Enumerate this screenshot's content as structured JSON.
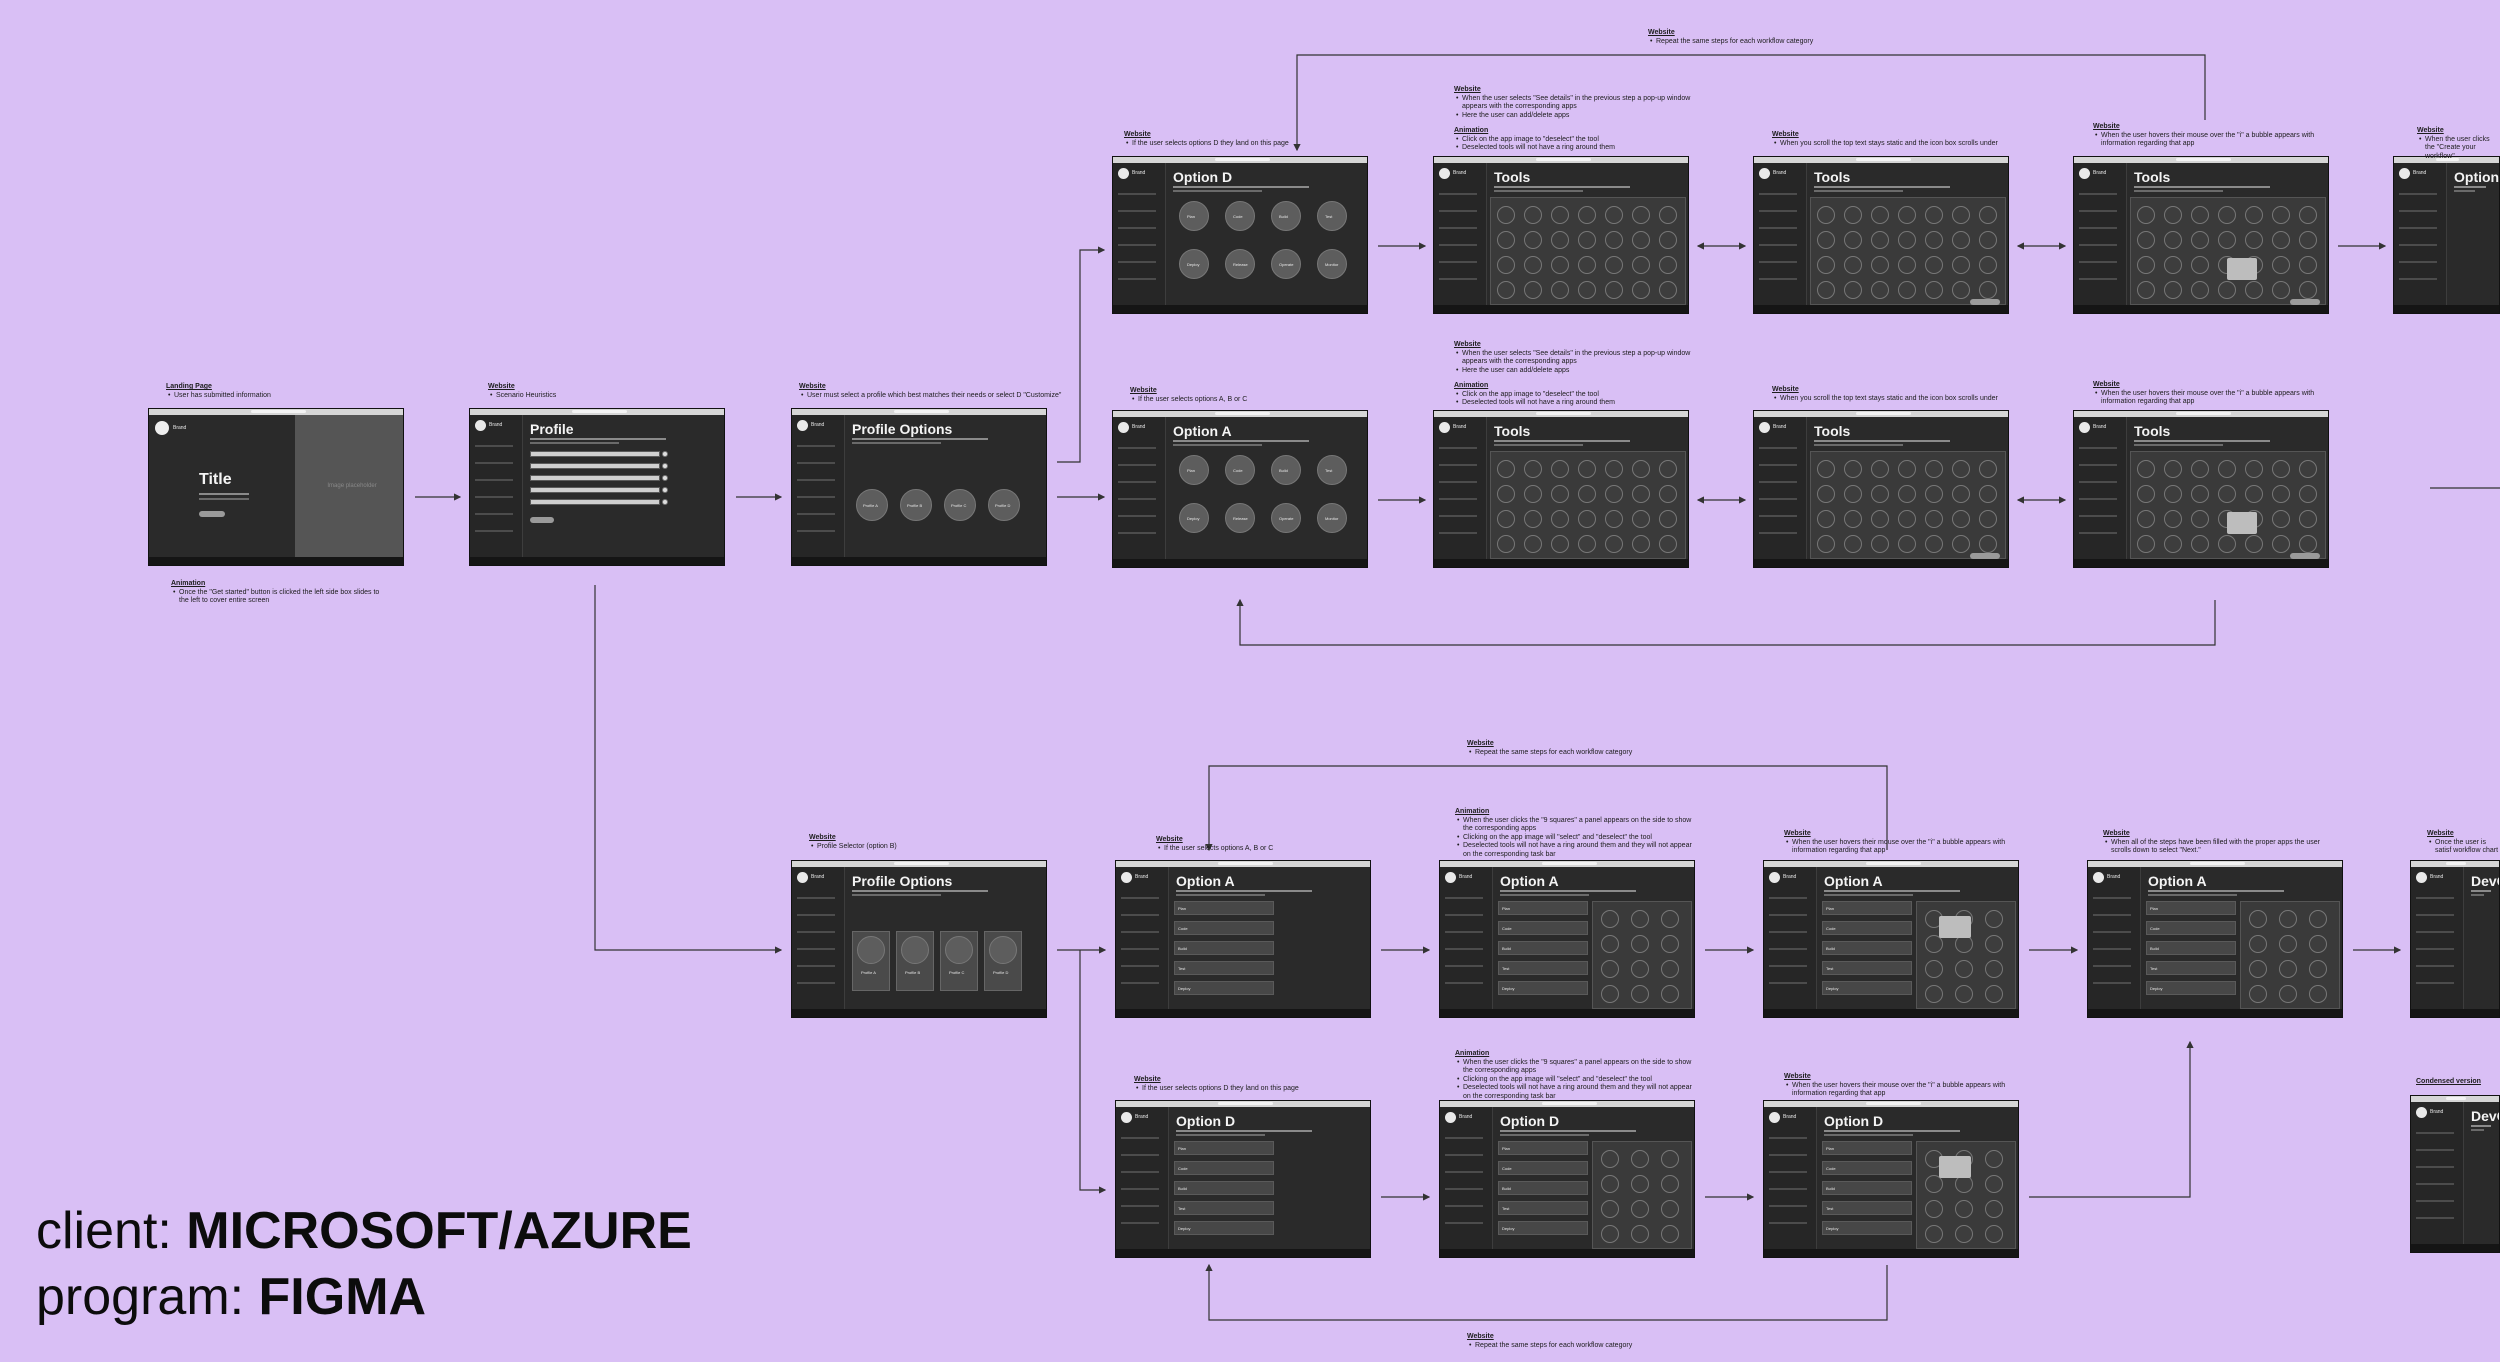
{
  "client_label": "client:",
  "client_value": "MICROSOFT/AZURE",
  "program_label": "program:",
  "program_value": "FIGMA",
  "brand": "Brand",
  "screens": [
    {
      "id": "landing",
      "title": "Title",
      "kind": "landing",
      "image_label": "Image placeholder"
    },
    {
      "id": "profile",
      "title": "Profile",
      "kind": "form"
    },
    {
      "id": "profile-options-top",
      "title": "Profile Options",
      "kind": "circles4",
      "labels": [
        "Profile A",
        "Profile B",
        "Profile C",
        "Profile D"
      ]
    },
    {
      "id": "option-d-top",
      "title": "Option D",
      "kind": "circles8",
      "labels": [
        "Plan",
        "Code",
        "Build",
        "Test",
        "Deploy",
        "Release",
        "Operate",
        "Monitor"
      ]
    },
    {
      "id": "tools-1",
      "title": "Tools",
      "kind": "tools-panel"
    },
    {
      "id": "tools-2",
      "title": "Tools",
      "kind": "tools"
    },
    {
      "id": "tools-3",
      "title": "Tools",
      "kind": "tools-bubble"
    },
    {
      "id": "option-a-right-top",
      "title": "Option A",
      "kind": "partial"
    },
    {
      "id": "option-a-top",
      "title": "Option A",
      "kind": "circles8",
      "labels": [
        "Plan",
        "Code",
        "Build",
        "Test",
        "Deploy",
        "Release",
        "Operate",
        "Monitor"
      ]
    },
    {
      "id": "tools-4",
      "title": "Tools",
      "kind": "tools-panel"
    },
    {
      "id": "tools-5",
      "title": "Tools",
      "kind": "tools"
    },
    {
      "id": "tools-6",
      "title": "Tools",
      "kind": "tools-bubble"
    },
    {
      "id": "profile-options-bottom",
      "title": "Profile Options",
      "kind": "cards4",
      "labels": [
        "Profile A",
        "Profile B",
        "Profile C",
        "Profile D"
      ]
    },
    {
      "id": "option-a-b1",
      "title": "Option A",
      "kind": "rows"
    },
    {
      "id": "option-a-b2",
      "title": "Option A",
      "kind": "rows-panel"
    },
    {
      "id": "option-a-b3",
      "title": "Option A",
      "kind": "rows-bubble"
    },
    {
      "id": "option-a-b4",
      "title": "Option A",
      "kind": "rows-filled"
    },
    {
      "id": "devops-1",
      "title": "DevOp",
      "kind": "partial"
    },
    {
      "id": "option-d-b1",
      "title": "Option D",
      "kind": "rows"
    },
    {
      "id": "option-d-b2",
      "title": "Option D",
      "kind": "rows-panel"
    },
    {
      "id": "option-d-b3",
      "title": "Option D",
      "kind": "rows-bubble"
    },
    {
      "id": "devops-2",
      "title": "DevOp",
      "kind": "partial"
    }
  ],
  "annotations": [
    {
      "id": "landing",
      "head": "Landing Page",
      "items": [
        "User has submitted information"
      ]
    },
    {
      "id": "landing-anim",
      "head": "Animation",
      "items": [
        "Once the \"Get started\" button is clicked the left side box slides to the left to cover entire screen"
      ]
    },
    {
      "id": "profile",
      "head": "Website",
      "items": [
        "Scenario Heuristics"
      ]
    },
    {
      "id": "profile-options-top",
      "head": "Website",
      "items": [
        "User must select a profile which best matches their needs or select D \"Customize\""
      ]
    },
    {
      "id": "top-loop",
      "head": "Website",
      "items": [
        "Repeat the same steps for each workflow category"
      ]
    },
    {
      "id": "option-d-top",
      "head": "Website",
      "items": [
        "If the user selects options D they land on this page"
      ]
    },
    {
      "id": "tools-1-web",
      "head": "Website",
      "items": [
        "When the user selects \"See details\" in the previous step a pop-up window appears with the corresponding apps",
        "Here the user can add/delete apps"
      ]
    },
    {
      "id": "tools-1-anim",
      "head": "Animation",
      "items": [
        "Click on the app image to \"deselect\" the tool",
        "Deselected tools will not have a ring around them"
      ]
    },
    {
      "id": "tools-2",
      "head": "Website",
      "items": [
        "When you scroll the top text stays static and the icon box scrolls under"
      ]
    },
    {
      "id": "tools-3",
      "head": "Website",
      "items": [
        "When the user hovers their mouse over the \"i\" a bubble appears with information regarding that app"
      ]
    },
    {
      "id": "right-top",
      "head": "Website",
      "items": [
        "When the user clicks the \"Create your workflow\""
      ]
    },
    {
      "id": "option-a-top",
      "head": "Website",
      "items": [
        "If the user selects options A, B or C"
      ]
    },
    {
      "id": "tools-4-web",
      "head": "Website",
      "items": [
        "When the user selects \"See details\" in the previous step a pop-up window appears with the corresponding apps",
        "Here the user can add/delete apps"
      ]
    },
    {
      "id": "tools-4-anim",
      "head": "Animation",
      "items": [
        "Click on the app image to \"deselect\" the tool",
        "Deselected tools will not have a ring around them"
      ]
    },
    {
      "id": "tools-5",
      "head": "Website",
      "items": [
        "When you scroll the top text stays static and the icon box scrolls under"
      ]
    },
    {
      "id": "tools-6",
      "head": "Website",
      "items": [
        "When the user hovers their mouse over the \"i\" a bubble appears with information regarding that app"
      ]
    },
    {
      "id": "mid-loop",
      "head": "Website",
      "items": [
        "Repeat the same steps for each workflow category"
      ]
    },
    {
      "id": "profile-selector",
      "head": "Website",
      "items": [
        "Profile Selector (option B)"
      ]
    },
    {
      "id": "option-a-b1",
      "head": "Website",
      "items": [
        "If the user selects options A, B or C"
      ]
    },
    {
      "id": "option-a-b2",
      "head": "Animation",
      "items": [
        "When the user clicks the \"9 squares\" a panel appears on the side to show the corresponding apps",
        "Clicking on the app image will \"select\" and \"deselect\" the tool",
        "Deselected tools will not have a ring around them and they will not appear on the corresponding task bar"
      ]
    },
    {
      "id": "option-a-b3",
      "head": "Website",
      "items": [
        "When the user hovers their mouse over the \"i\" a bubble appears with information regarding that app"
      ]
    },
    {
      "id": "option-a-b4",
      "head": "Website",
      "items": [
        "When all of the steps have been filled with the proper apps the user scrolls down to select \"Next.\""
      ]
    },
    {
      "id": "devops-1",
      "head": "Website",
      "items": [
        "Once the user is satisf workflow chart"
      ]
    },
    {
      "id": "option-d-b1",
      "head": "Website",
      "items": [
        "If the user selects options D they land on this page"
      ]
    },
    {
      "id": "option-d-b2",
      "head": "Animation",
      "items": [
        "When the user clicks the \"9 squares\" a panel appears on the side to show the corresponding apps",
        "Clicking on the app image will \"select\" and \"deselect\" the tool",
        "Deselected tools will not have a ring around them and they will not appear on the corresponding task bar"
      ]
    },
    {
      "id": "option-d-b3",
      "head": "Website",
      "items": [
        "When the user hovers their mouse over the \"i\" a bubble appears with information regarding that app"
      ]
    },
    {
      "id": "condensed",
      "head": "Condensed version",
      "items": []
    },
    {
      "id": "bottom-loop",
      "head": "Website",
      "items": [
        "Repeat the same steps for each workflow category"
      ]
    }
  ]
}
